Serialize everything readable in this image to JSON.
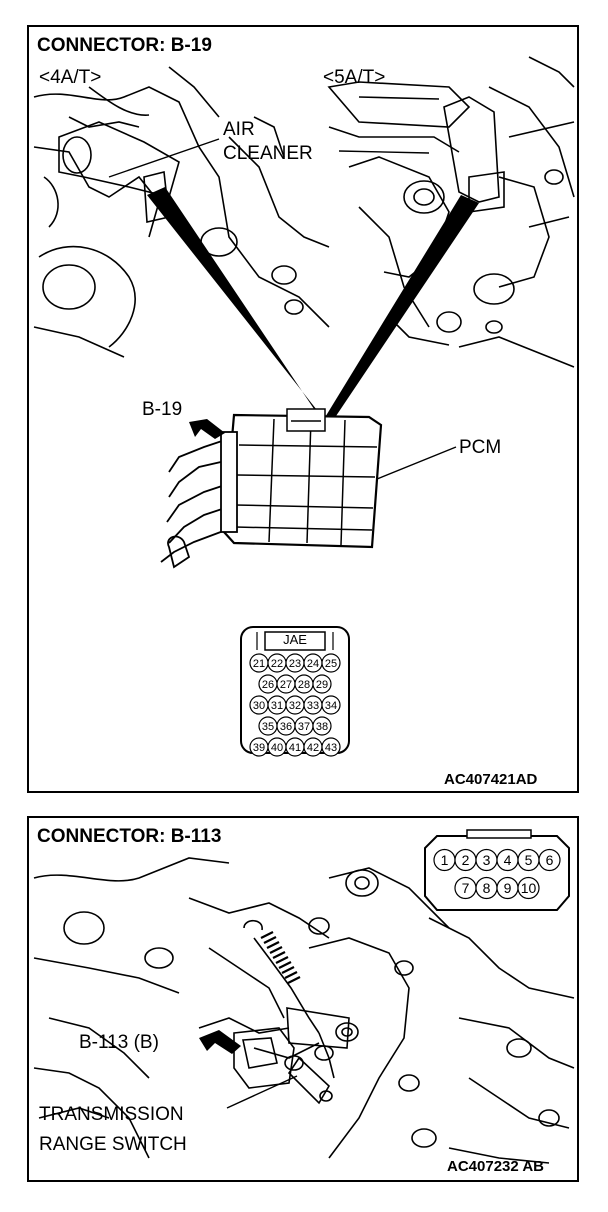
{
  "panel1": {
    "title": "CONNECTOR: B-19",
    "variant_left": "<4A/T>",
    "variant_right": "<5A/T>",
    "air_cleaner_line1": "AIR",
    "air_cleaner_line2": "CLEANER",
    "connector_label": "B-19",
    "pcm_label": "PCM",
    "connector_type": "JAE",
    "pins": [
      [
        "21",
        "22",
        "23",
        "24",
        "25"
      ],
      [
        "26",
        "27",
        "28",
        "29"
      ],
      [
        "30",
        "31",
        "32",
        "33",
        "34"
      ],
      [
        "35",
        "36",
        "37",
        "38"
      ],
      [
        "39",
        "40",
        "41",
        "42",
        "43"
      ]
    ],
    "code": "AC407421AD"
  },
  "panel2": {
    "title": "CONNECTOR: B-113",
    "connector_label": "B-113 (B)",
    "switch_line1": "TRANSMISSION",
    "switch_line2": "RANGE SWITCH",
    "pins": [
      [
        "1",
        "2",
        "3",
        "4",
        "5",
        "6"
      ],
      [
        "7",
        "8",
        "9",
        "10"
      ]
    ],
    "code": "AC407232 AB"
  }
}
